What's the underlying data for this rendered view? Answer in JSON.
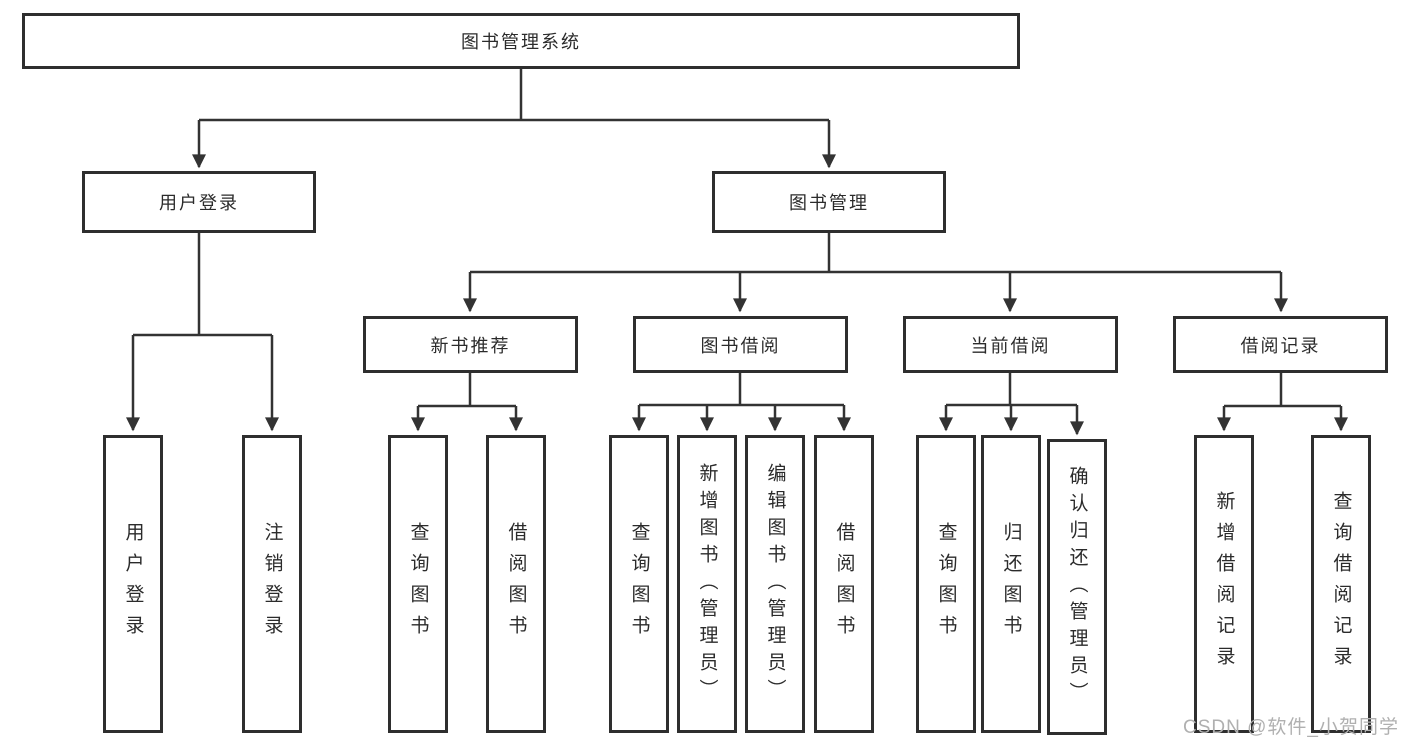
{
  "tree": {
    "label": "图书管理系统",
    "children": [
      {
        "label": "用户登录",
        "children": [
          {
            "label": "用户登录"
          },
          {
            "label": "注销登录"
          }
        ]
      },
      {
        "label": "图书管理",
        "children": [
          {
            "label": "新书推荐",
            "children": [
              {
                "label": "查询图书"
              },
              {
                "label": "借阅图书"
              }
            ]
          },
          {
            "label": "图书借阅",
            "children": [
              {
                "label": "查询图书"
              },
              {
                "label": "新增图书（管理员）"
              },
              {
                "label": "编辑图书（管理员）"
              },
              {
                "label": "借阅图书"
              }
            ]
          },
          {
            "label": "当前借阅",
            "children": [
              {
                "label": "查询图书"
              },
              {
                "label": "归还图书"
              },
              {
                "label": "确认归还（管理员）"
              }
            ]
          },
          {
            "label": "借阅记录",
            "children": [
              {
                "label": "新增借阅记录"
              },
              {
                "label": "查询借阅记录"
              }
            ]
          }
        ]
      }
    ]
  },
  "watermark": "CSDN @软件_小贺同学",
  "colors": {
    "line": "#333333",
    "box_border": "#2e2e2e",
    "text": "#2b2b2b",
    "background": "#ffffff",
    "watermark": "#b0b0b0"
  }
}
